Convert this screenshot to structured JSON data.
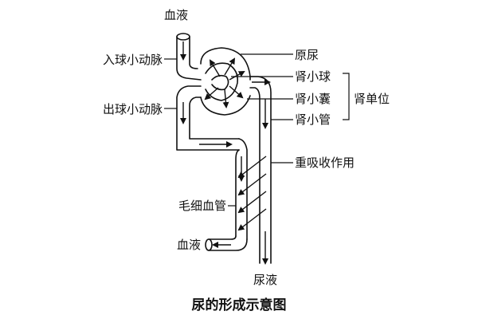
{
  "labels": {
    "blood_top": "血液",
    "afferent_arteriole": "入球小动脉",
    "efferent_arteriole": "出球小动脉",
    "primary_urine": "原尿",
    "glomerulus": "肾小球",
    "bowman_capsule": "肾小囊",
    "renal_tubule": "肾小管",
    "nephron": "肾单位",
    "reabsorption": "重吸收作用",
    "capillary": "毛细血管",
    "blood_bottom": "血液",
    "urine": "尿液"
  },
  "caption": "尿的形成示意图"
}
